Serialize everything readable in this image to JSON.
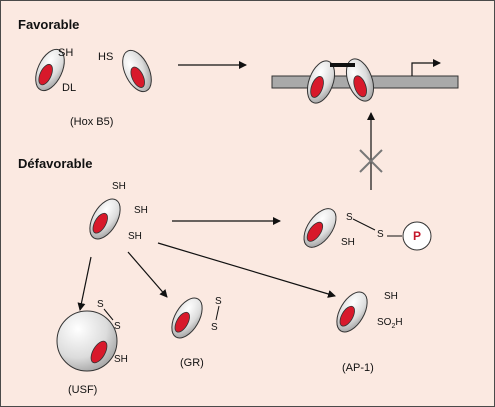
{
  "sections": {
    "favorable": "Favorable",
    "defavorable": "Défavorable"
  },
  "labels": {
    "dl": "DL",
    "hox": "(Hox B5)",
    "usf": "(USF)",
    "gr": "(GR)",
    "ap1": "(AP-1)",
    "sh": "SH",
    "hs": "HS",
    "s": "S",
    "p": "P",
    "so2h_main": "SO",
    "so2h_sub": "2",
    "so2h_end": "H"
  },
  "colors": {
    "background": "#fbe9e1",
    "red": "#d8192b",
    "p_text": "#c4162a",
    "dna": "#a9a9a9",
    "border": "#4a4a4a"
  }
}
